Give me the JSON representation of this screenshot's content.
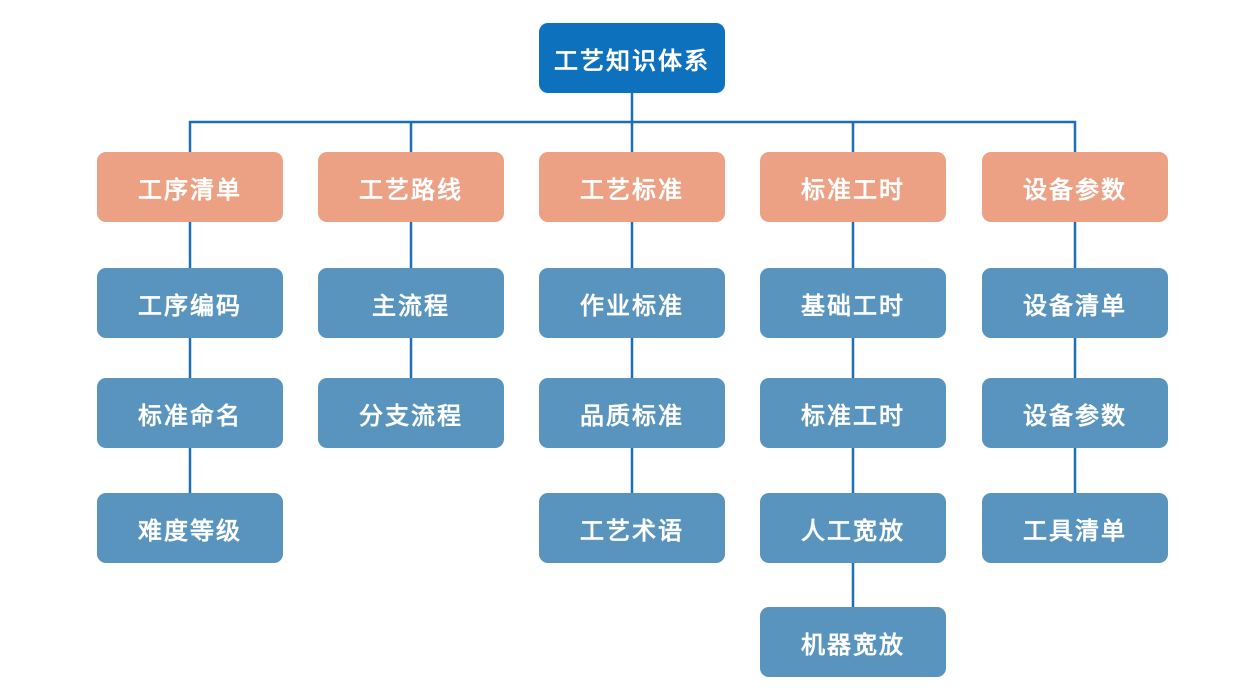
{
  "diagram": {
    "title_node": {
      "label": "工艺知识体系"
    },
    "branches": [
      {
        "label": "工序清单",
        "children": [
          "工序编码",
          "标准命名",
          "难度等级"
        ]
      },
      {
        "label": "工艺路线",
        "children": [
          "主流程",
          "分支流程"
        ]
      },
      {
        "label": "工艺标准",
        "children": [
          "作业标准",
          "品质标准",
          "工艺术语"
        ]
      },
      {
        "label": "标准工时",
        "children": [
          "基础工时",
          "标准工时",
          "人工宽放",
          "机器宽放"
        ]
      },
      {
        "label": "设备参数",
        "children": [
          "设备清单",
          "设备参数",
          "工具清单"
        ]
      }
    ],
    "colors": {
      "root_fill": "#0D71BE",
      "branch_fill": "#ECA084",
      "child_fill": "#5894BD",
      "line": "#1C6FB6",
      "text": "#FFFFFF"
    }
  }
}
